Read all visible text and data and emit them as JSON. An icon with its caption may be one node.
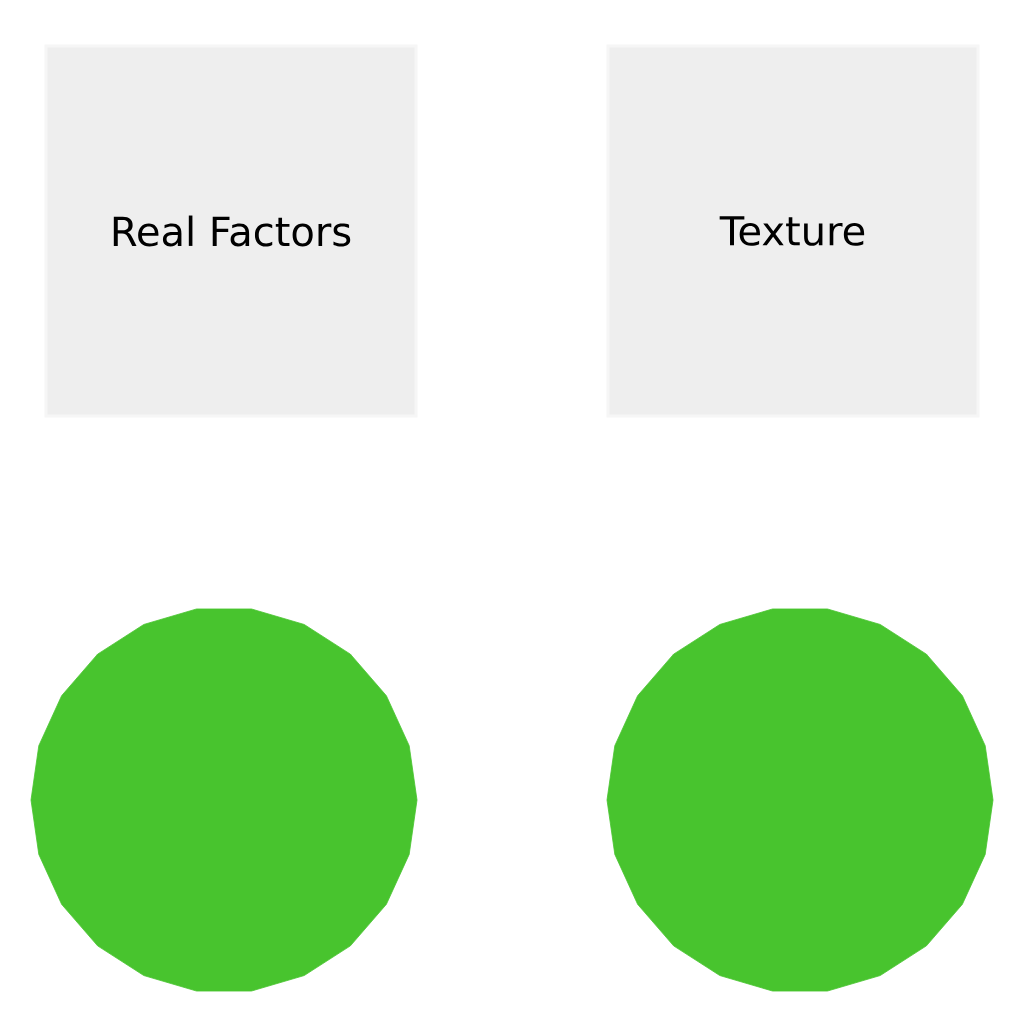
{
  "diagram": {
    "nodes": [
      {
        "text": [
          "Real Factors"
        ]
      },
      {
        "text": [
          "Texture"
        ]
      },
      {
        "text": [],
        "shape": "circle"
      },
      {
        "text": [],
        "shape": "circle"
      }
    ]
  }
}
